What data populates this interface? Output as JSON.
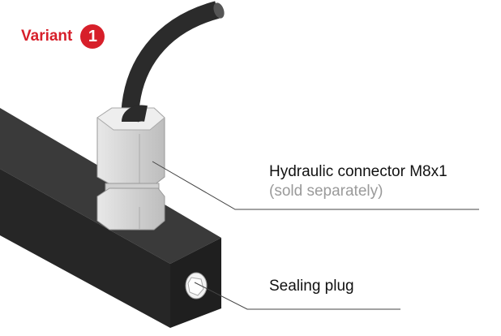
{
  "variant": {
    "label": "Variant",
    "number": "1"
  },
  "labels": {
    "connector": "Hydraulic connector M8x1",
    "connector_note": "(sold separately)",
    "plug": "Sealing plug"
  },
  "colors": {
    "accent": "#d71f2a",
    "note": "#9a9a9a",
    "body": "#2e2e2e"
  }
}
